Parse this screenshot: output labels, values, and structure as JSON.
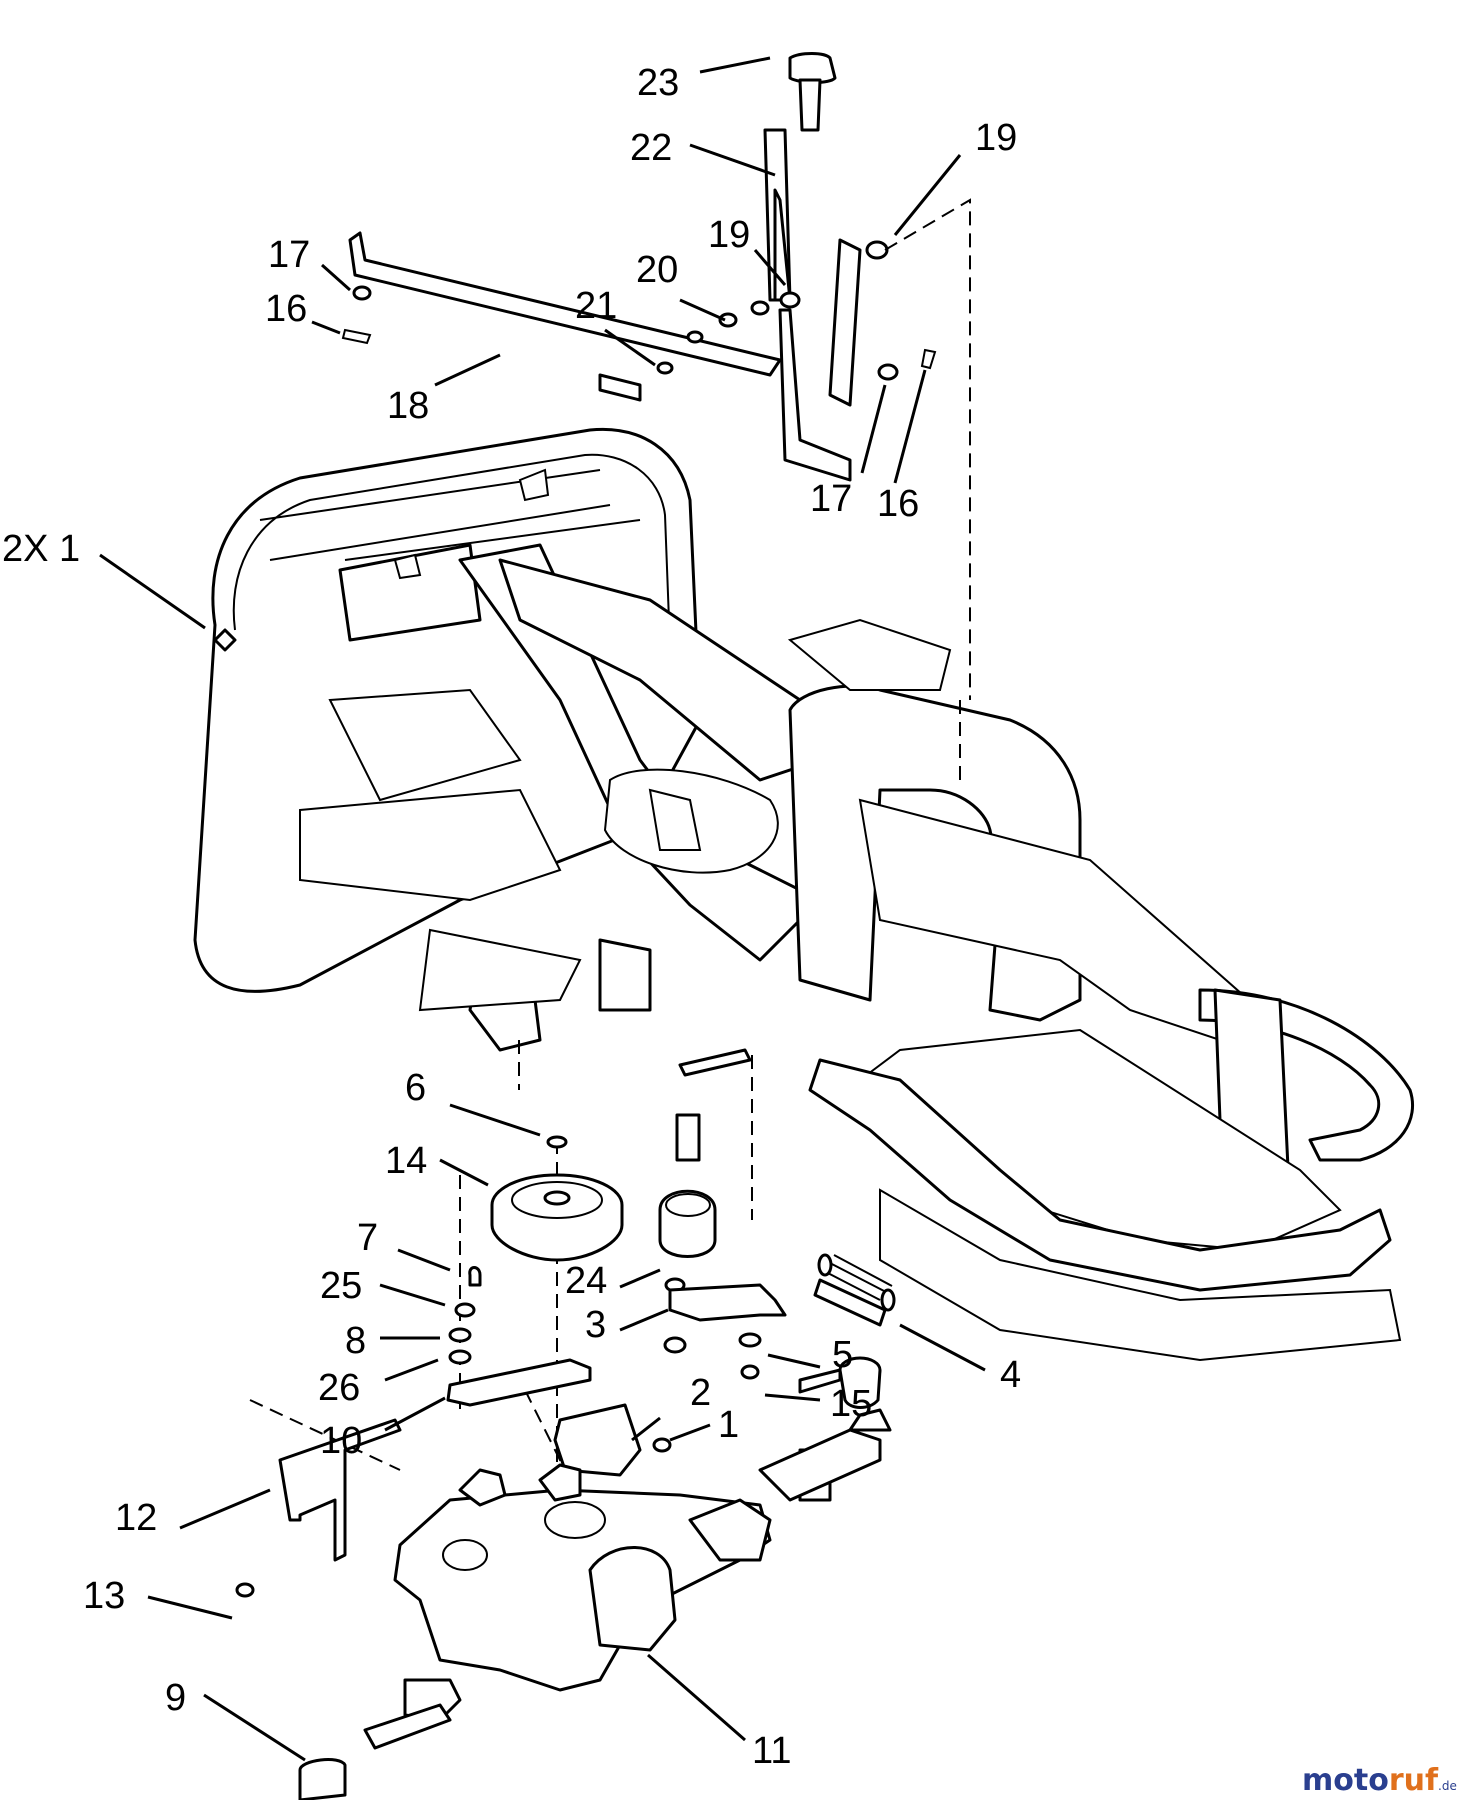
{
  "callouts": [
    {
      "id": "c23",
      "text": "23"
    },
    {
      "id": "c22",
      "text": "22"
    },
    {
      "id": "c19a",
      "text": "19"
    },
    {
      "id": "c19b",
      "text": "19"
    },
    {
      "id": "c20",
      "text": "20"
    },
    {
      "id": "c21",
      "text": "21"
    },
    {
      "id": "c17a",
      "text": "17"
    },
    {
      "id": "c16a",
      "text": "16"
    },
    {
      "id": "c18",
      "text": "18"
    },
    {
      "id": "c17b",
      "text": "17"
    },
    {
      "id": "c16b",
      "text": "16"
    },
    {
      "id": "c2x1",
      "text": "2X 1"
    },
    {
      "id": "c6",
      "text": "6"
    },
    {
      "id": "c14",
      "text": "14"
    },
    {
      "id": "c7",
      "text": "7"
    },
    {
      "id": "c25",
      "text": "25"
    },
    {
      "id": "c8",
      "text": "8"
    },
    {
      "id": "c26",
      "text": "26"
    },
    {
      "id": "c10",
      "text": "10"
    },
    {
      "id": "c24",
      "text": "24"
    },
    {
      "id": "c3",
      "text": "3"
    },
    {
      "id": "c5",
      "text": "5"
    },
    {
      "id": "c15",
      "text": "15"
    },
    {
      "id": "c4",
      "text": "4"
    },
    {
      "id": "c2",
      "text": "2"
    },
    {
      "id": "c1",
      "text": "1"
    },
    {
      "id": "c12",
      "text": "12"
    },
    {
      "id": "c13",
      "text": "13"
    },
    {
      "id": "c9",
      "text": "9"
    },
    {
      "id": "c11",
      "text": "11"
    }
  ],
  "watermark": {
    "part_a": "moto",
    "part_b": "ruf",
    "suffix": ".de"
  }
}
